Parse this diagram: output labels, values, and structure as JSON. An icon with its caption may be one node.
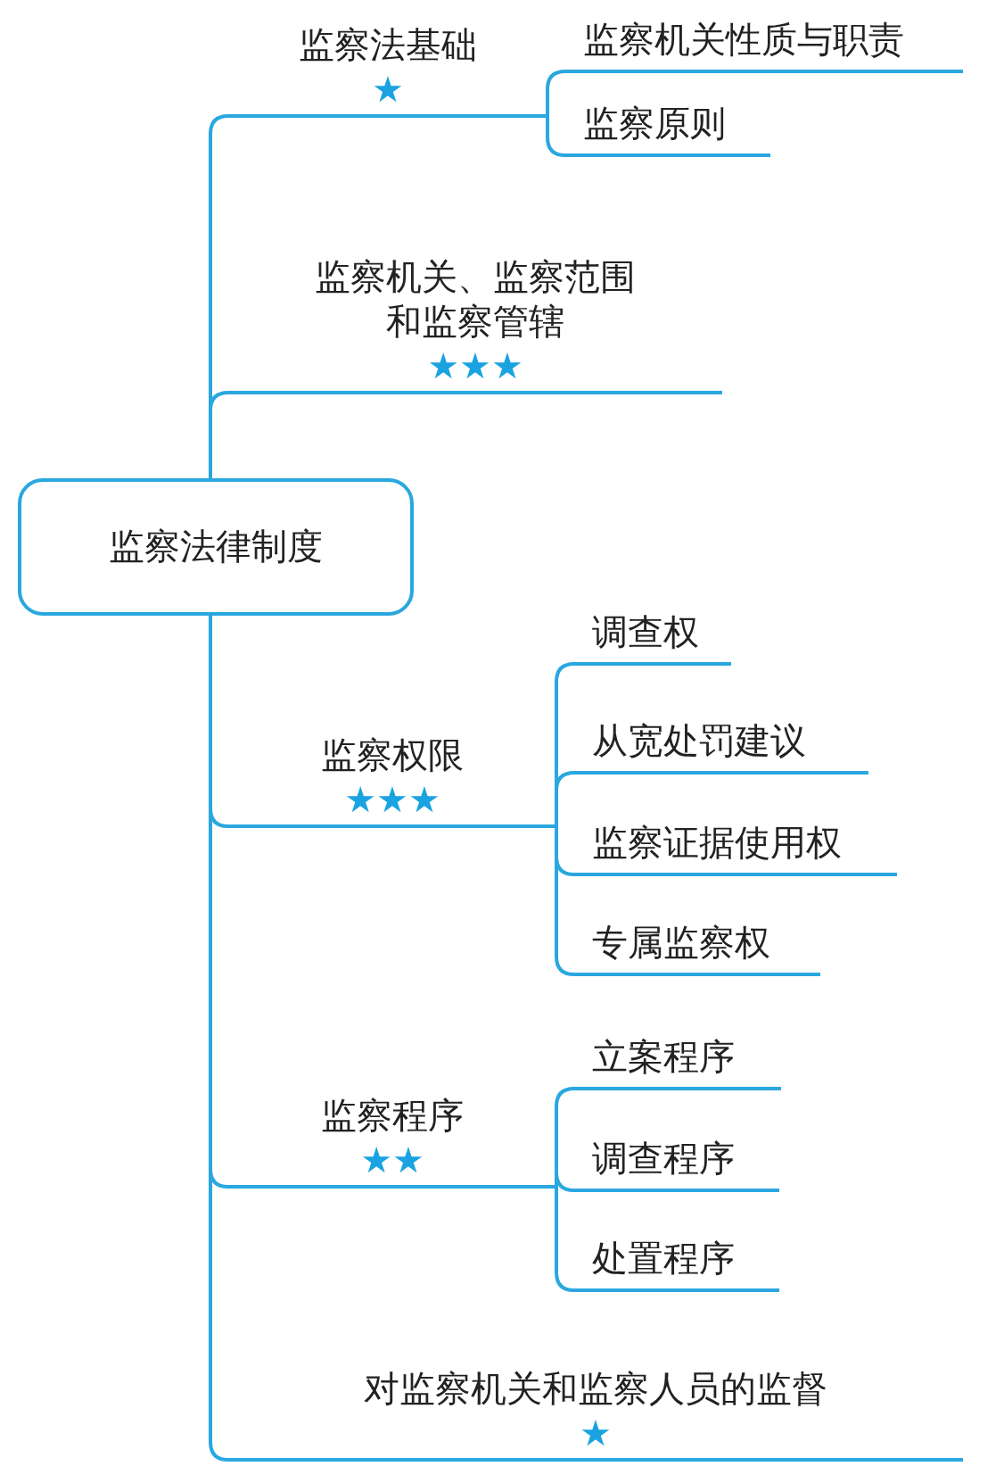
{
  "diagram": {
    "nodes": [
      {
        "text": [
          "监察法律制度"
        ]
      },
      {
        "text": [
          "监察法基础",
          "★"
        ]
      },
      {
        "text": [
          "监察机关性质与职责"
        ]
      },
      {
        "text": [
          "监察原则"
        ]
      },
      {
        "text": [
          "监察机关、监察范围和监察管辖",
          "★★★"
        ]
      },
      {
        "text": [
          "监察权限",
          "★★★"
        ]
      },
      {
        "text": [
          "调查权"
        ]
      },
      {
        "text": [
          "从宽处罚建议"
        ]
      },
      {
        "text": [
          "监察证据使用权"
        ]
      },
      {
        "text": [
          "专属监察权"
        ]
      },
      {
        "text": [
          "监察程序",
          "★★"
        ]
      },
      {
        "text": [
          "立案程序"
        ]
      },
      {
        "text": [
          "调查程序"
        ]
      },
      {
        "text": [
          "处置程序"
        ]
      },
      {
        "text": [
          "对监察机关和监察人员的监督",
          "★"
        ]
      }
    ],
    "edges": [
      {
        "from": 0,
        "to": 1,
        "arrow": "none"
      },
      {
        "from": 1,
        "to": 2,
        "arrow": "none"
      },
      {
        "from": 1,
        "to": 3,
        "arrow": "none"
      },
      {
        "from": 0,
        "to": 4,
        "arrow": "none"
      },
      {
        "from": 0,
        "to": 5,
        "arrow": "none"
      },
      {
        "from": 5,
        "to": 6,
        "arrow": "none"
      },
      {
        "from": 5,
        "to": 7,
        "arrow": "none"
      },
      {
        "from": 5,
        "to": 8,
        "arrow": "none"
      },
      {
        "from": 5,
        "to": 9,
        "arrow": "none"
      },
      {
        "from": 0,
        "to": 10,
        "arrow": "none"
      },
      {
        "from": 10,
        "to": 11,
        "arrow": "none"
      },
      {
        "from": 10,
        "to": 12,
        "arrow": "none"
      },
      {
        "from": 10,
        "to": 13,
        "arrow": "none"
      },
      {
        "from": 0,
        "to": 14,
        "arrow": "none"
      }
    ]
  }
}
